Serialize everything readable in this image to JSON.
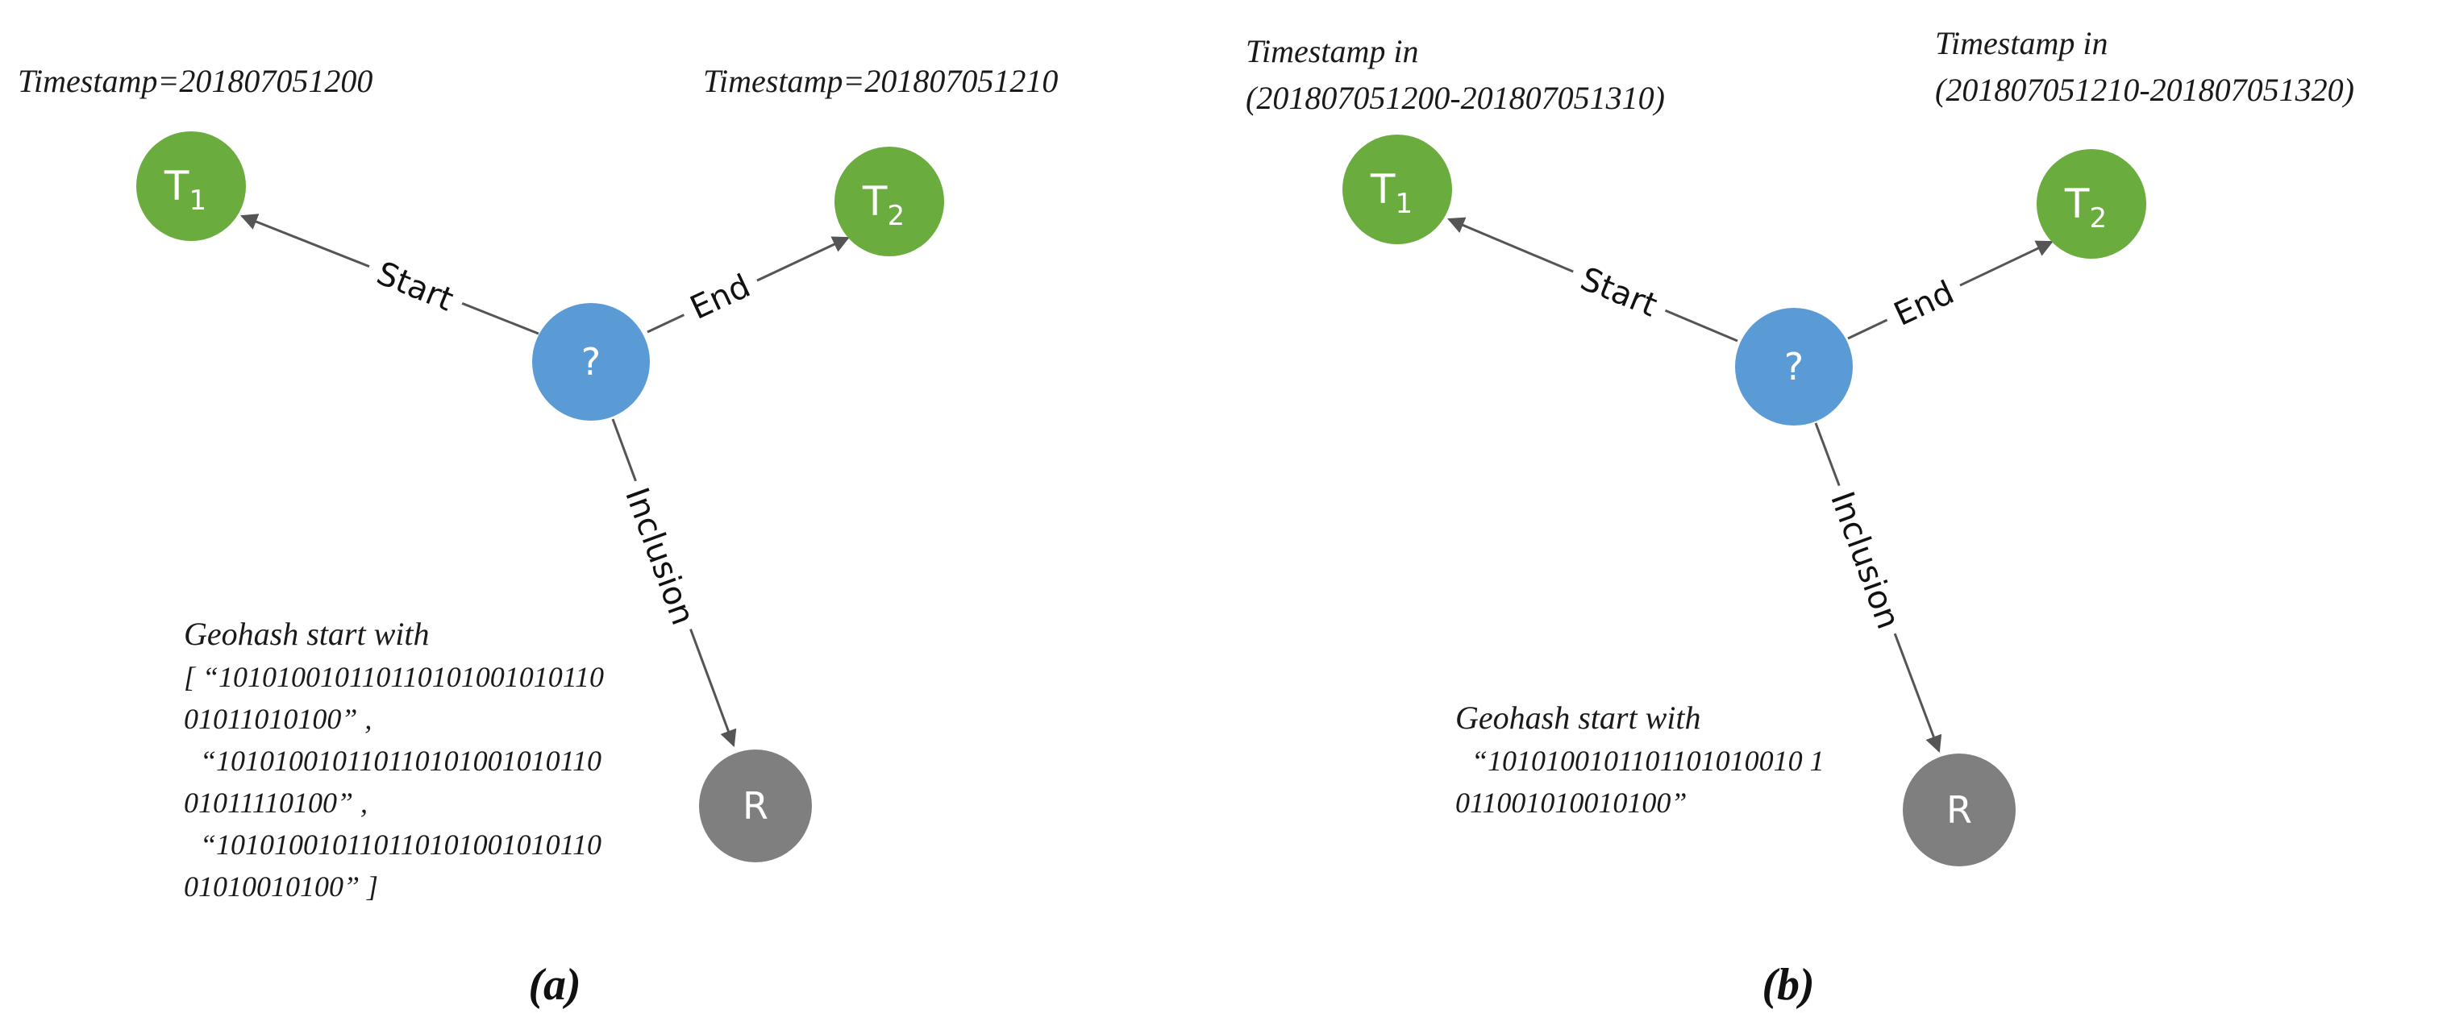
{
  "colors": {
    "time_node": "#6aac3e",
    "query_node": "#5b9bd5",
    "region_node": "#7f7f7f",
    "edge": "#555555",
    "text": "#1a1a1a"
  },
  "nodes": {
    "query_label": "?",
    "t1_main": "T",
    "t1_sub": "1",
    "t2_main": "T",
    "t2_sub": "2",
    "region_label": "R"
  },
  "edges": {
    "start": "Start",
    "end": "End",
    "inclusion": "Inclusion"
  },
  "panel_a": {
    "caption": "(a)",
    "t1_annotation": "Timestamp=201807051200",
    "t2_annotation": "Timestamp=201807051210",
    "geohash_lines": [
      "Geohash start with",
      "[ “101010010110110101001010110",
      "01011010100” ,",
      "“101010010110110101001010110",
      "01011110100” ,",
      "“101010010110110101001010110",
      "01010010100” ]"
    ]
  },
  "panel_b": {
    "caption": "(b)",
    "t1_annotation_line1": "Timestamp in",
    "t1_annotation_line2": "(201807051200-201807051310)",
    "t2_annotation_line1": "Timestamp in",
    "t2_annotation_line2": "(201807051210-201807051320)",
    "geohash_lines": [
      "Geohash start with",
      "“1010100101101101010010 1",
      "011001010010100”"
    ]
  }
}
